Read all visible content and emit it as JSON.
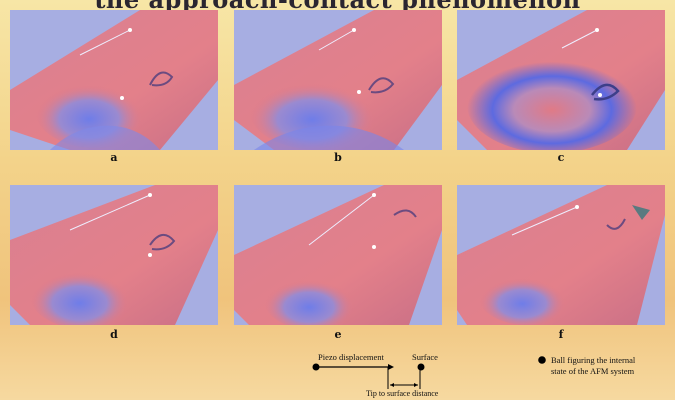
{
  "title": "the approach-contact phenomenon",
  "panels": [
    {
      "label": "a"
    },
    {
      "label": "b"
    },
    {
      "label": "c"
    },
    {
      "label": "d"
    },
    {
      "label": "e"
    },
    {
      "label": "f"
    }
  ],
  "legend": {
    "piezo_displacement": "Piezo displacement",
    "surface": "Surface",
    "tip_to_surface": "Tip to surface distance",
    "ball_line1": "Ball figuring the internal",
    "ball_line2": "state of the AFM system"
  },
  "colors": {
    "background": "#f3d38a",
    "panel_bg": "#a7aee2",
    "surface_red": "#e07a86",
    "surface_blue": "#7f88e8"
  }
}
